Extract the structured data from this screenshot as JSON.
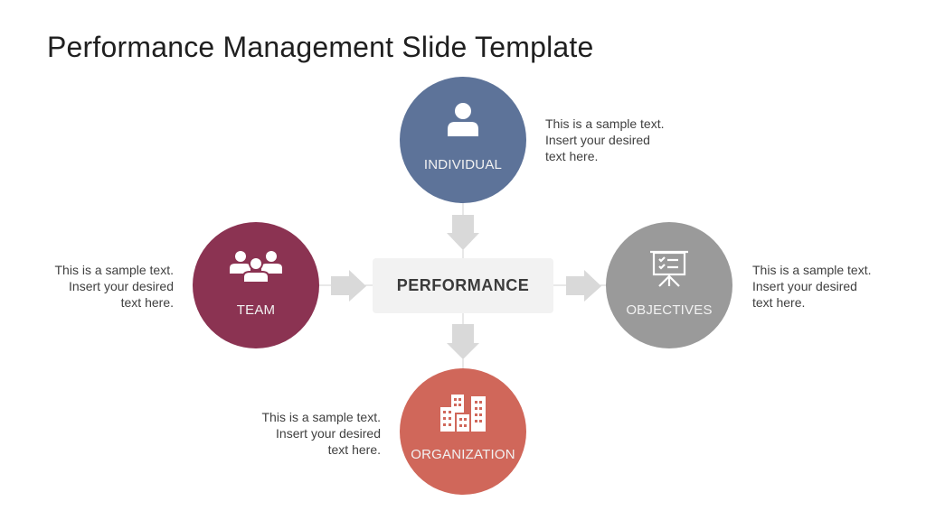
{
  "slide": {
    "title": "Performance Management Slide Template"
  },
  "center": {
    "label": "PERFORMANCE",
    "background": "#f2f2f2"
  },
  "nodes": {
    "individual": {
      "label": "INDIVIDUAL",
      "icon": "person-icon",
      "color": "#5d7399",
      "note": [
        "This is a sample text.",
        "Insert your desired",
        "text here."
      ]
    },
    "team": {
      "label": "TEAM",
      "icon": "group-icon",
      "color": "#8b3352",
      "note": [
        "This is a sample text.",
        "Insert your desired",
        "text here."
      ]
    },
    "objectives": {
      "label": "OBJECTIVES",
      "icon": "presentation-board-icon",
      "color": "#9a9a9a",
      "note": [
        "This is a sample text.",
        "Insert your desired",
        "text here."
      ]
    },
    "organization": {
      "label": "ORGANIZATION",
      "icon": "buildings-icon",
      "color": "#d0675a",
      "note": [
        "This is a sample text.",
        "Insert your desired",
        "text here."
      ]
    }
  },
  "connector_color": "#d9d9d9"
}
